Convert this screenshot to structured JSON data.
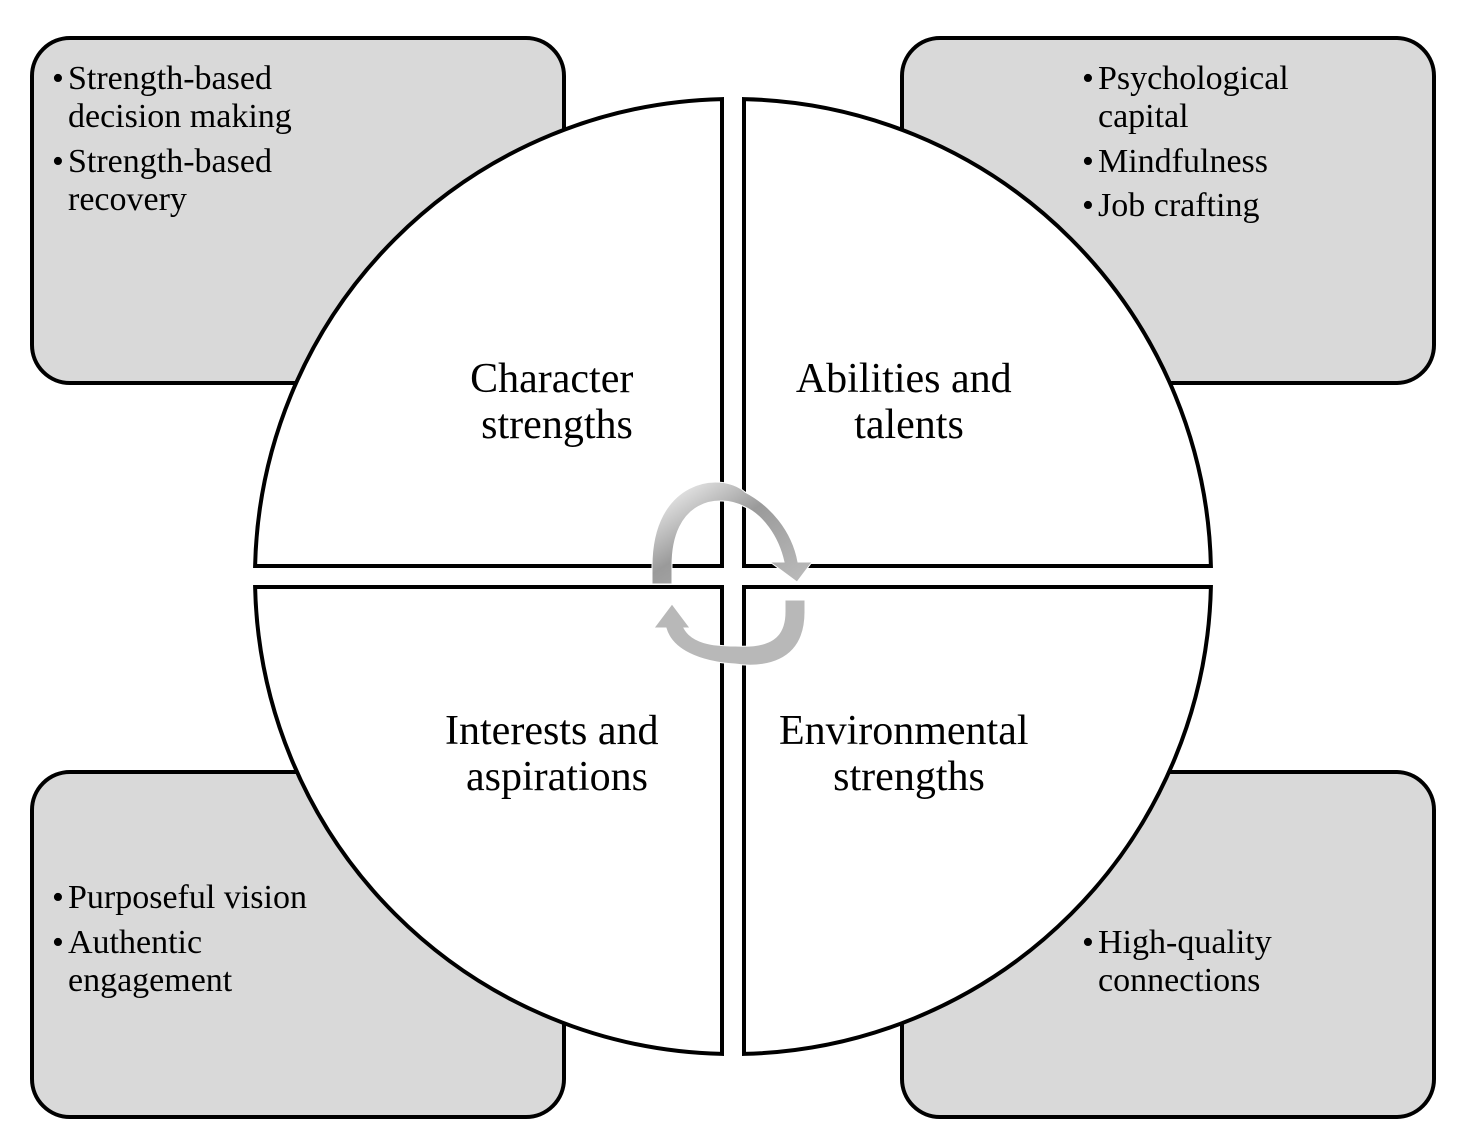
{
  "quadrants": {
    "top_left": {
      "line1": "Character",
      "line2": "strengths"
    },
    "top_right": {
      "line1": "Abilities and",
      "line2": "talents"
    },
    "bottom_left": {
      "line1": "Interests and",
      "line2": "aspirations"
    },
    "bottom_right": {
      "line1": "Environmental",
      "line2": "strengths"
    }
  },
  "boxes": {
    "top_left": [
      {
        "line1": "Strength-based",
        "line2": "decision making"
      },
      {
        "line1": "Strength-based",
        "line2": "recovery"
      }
    ],
    "top_right": [
      {
        "line1": "Psychological",
        "line2": "capital"
      },
      {
        "line1": "Mindfulness",
        "line2": ""
      },
      {
        "line1": "Job crafting",
        "line2": ""
      }
    ],
    "bottom_left": [
      {
        "line1": "Purposeful vision",
        "line2": ""
      },
      {
        "line1": "Authentic",
        "line2": "engagement"
      }
    ],
    "bottom_right": [
      {
        "line1": "High-quality",
        "line2": "connections"
      }
    ]
  },
  "bullet_char": "•",
  "colors": {
    "box_fill": "#d9d9d9",
    "arrow": "#b3b3b3"
  },
  "icons": {
    "center": "cycle-arrows-icon"
  }
}
